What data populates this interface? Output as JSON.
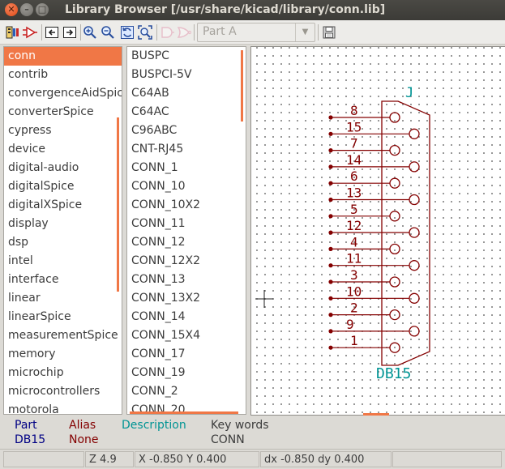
{
  "window": {
    "title": "Library Browser [/usr/share/kicad/library/conn.lib]"
  },
  "toolbar": {
    "part_select_value": "Part A"
  },
  "libraries": {
    "selected": "conn",
    "items": [
      "conn",
      "contrib",
      "convergenceAidSpice",
      "converterSpice",
      "cypress",
      "device",
      "digital-audio",
      "digitalSpice",
      "digitalXSpice",
      "display",
      "dsp",
      "intel",
      "interface",
      "linear",
      "linearSpice",
      "measurementSpice",
      "memory",
      "microchip",
      "microcontrollers",
      "motorola"
    ]
  },
  "components": {
    "items": [
      "BUSPC",
      "BUSPCI-5V",
      "C64AB",
      "C64AC",
      "C96ABC",
      "CNT-RJ45",
      "CONN_1",
      "CONN_10",
      "CONN_10X2",
      "CONN_11",
      "CONN_12",
      "CONN_12X2",
      "CONN_13",
      "CONN_13X2",
      "CONN_14",
      "CONN_15X4",
      "CONN_17",
      "CONN_19",
      "CONN_2",
      "CONN_20"
    ]
  },
  "symbol": {
    "reference": "J",
    "value": "DB15",
    "pins": [
      "8",
      "15",
      "7",
      "14",
      "6",
      "13",
      "5",
      "12",
      "4",
      "11",
      "3",
      "10",
      "2",
      "9",
      "1"
    ],
    "colors": {
      "body": "#840000",
      "text": "#840000",
      "field": "#009494"
    }
  },
  "info": {
    "part_header": "Part",
    "part_value": "DB15",
    "alias_header": "Alias",
    "alias_value": "None",
    "description_header": "Description",
    "description_value": "",
    "keywords_header": "Key words",
    "keywords_value": "CONN"
  },
  "status": {
    "zoom": "Z 4.9",
    "coords": "X -0.850  Y 0.400",
    "delta": "dx -0.850  dy 0.400"
  }
}
